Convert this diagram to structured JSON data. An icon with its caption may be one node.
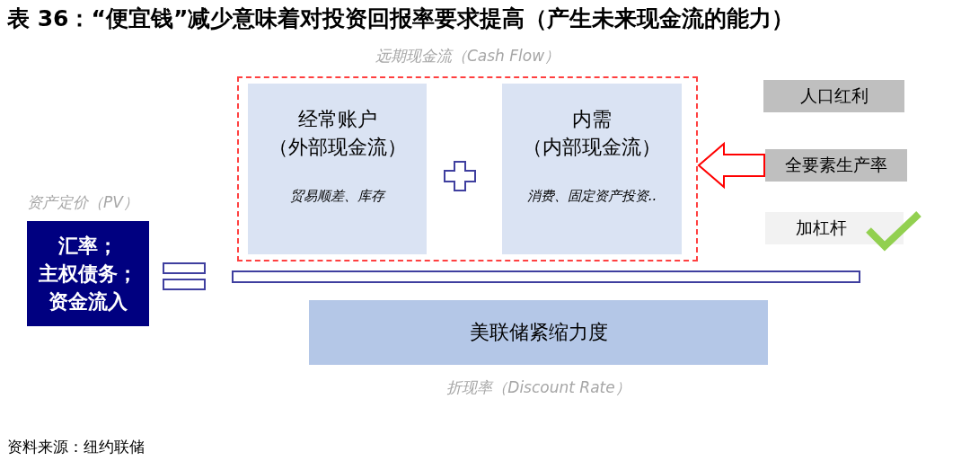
{
  "diagram": {
    "title": "表 36：“便宜钱”减少意味着对投资回报率要求提高（产生未来现金流的能力）",
    "nodes": [
      {
        "text": [
          "远期现金流（Cash Flow）"
        ]
      },
      {
        "text": [
          "经常账户（外部现金流）",
          "贸易顺差、库存"
        ],
        "in": 0
      },
      {
        "text": [
          "内需（内部现金流）",
          "消费、固定资产投资.."
        ],
        "in": 0
      },
      {
        "text": [
          "人口红利"
        ]
      },
      {
        "text": [
          "全要素生产率"
        ]
      },
      {
        "text": [
          "加杠杆"
        ]
      },
      {
        "text": [
          "资产定价（PV）",
          "汇率；主权债务；资金流入"
        ]
      },
      {
        "text": [
          "美联储紧缩力度",
          "折现率（Discount Rate）"
        ]
      },
      {
        "text": [],
        "shape": "bar"
      }
    ],
    "edges": [
      {
        "from": 4,
        "to": 0,
        "arrow": "to",
        "color": "#ff0000"
      }
    ],
    "labels": [
      "资料来源：纽约联储"
    ]
  }
}
